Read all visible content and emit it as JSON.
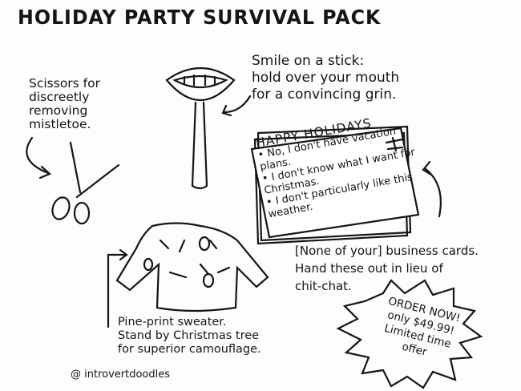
{
  "title": "HOLIDAY PARTY SURVIVAL PACK",
  "scissors": {
    "caption": "Scissors for\ndiscreetly\nremoving\nmistletoe."
  },
  "smile": {
    "caption": "Smile on a stick:\nhold over your mouth\nfor a convincing grin."
  },
  "business_card": {
    "heading": "HAPPY HOLIDAYS",
    "bullets": [
      "No, I don't have vacation plans.",
      "I don't know what I want for Christmas.",
      "I don't particularly like this weather."
    ],
    "caption": "[None of your] business cards.\nHand these out in lieu of\nchit-chat."
  },
  "sweater": {
    "caption": "Pine-print sweater.\nStand by Christmas tree\nfor superior camouflage."
  },
  "order_burst": {
    "line1": "ORDER NOW!",
    "line2": "only $49.99!",
    "line3": "Limited time",
    "line4": "offer"
  },
  "credit": "@ introvertdoodles"
}
